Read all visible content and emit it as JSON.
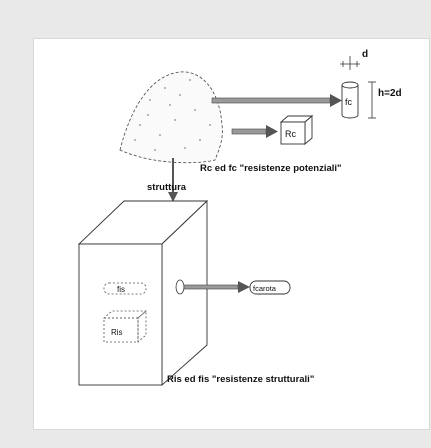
{
  "labels": {
    "diameter": "d",
    "height": "h=2d",
    "cylinder_strength": "fc",
    "cube_strength": "Rc",
    "structure": "struttura",
    "potential_caption": "Rc ed fc \"resistenze potenziali\"",
    "core_in_structure": "fis",
    "cube_in_structure": "Ris",
    "core_sample": "fcarota",
    "structural_caption": "Ris ed fis \"resistenze strutturali\""
  },
  "colors": {
    "background": "#e9e9e9",
    "panel": "#ffffff",
    "line": "#333333",
    "arrow_gray": "#9a9a9a"
  }
}
